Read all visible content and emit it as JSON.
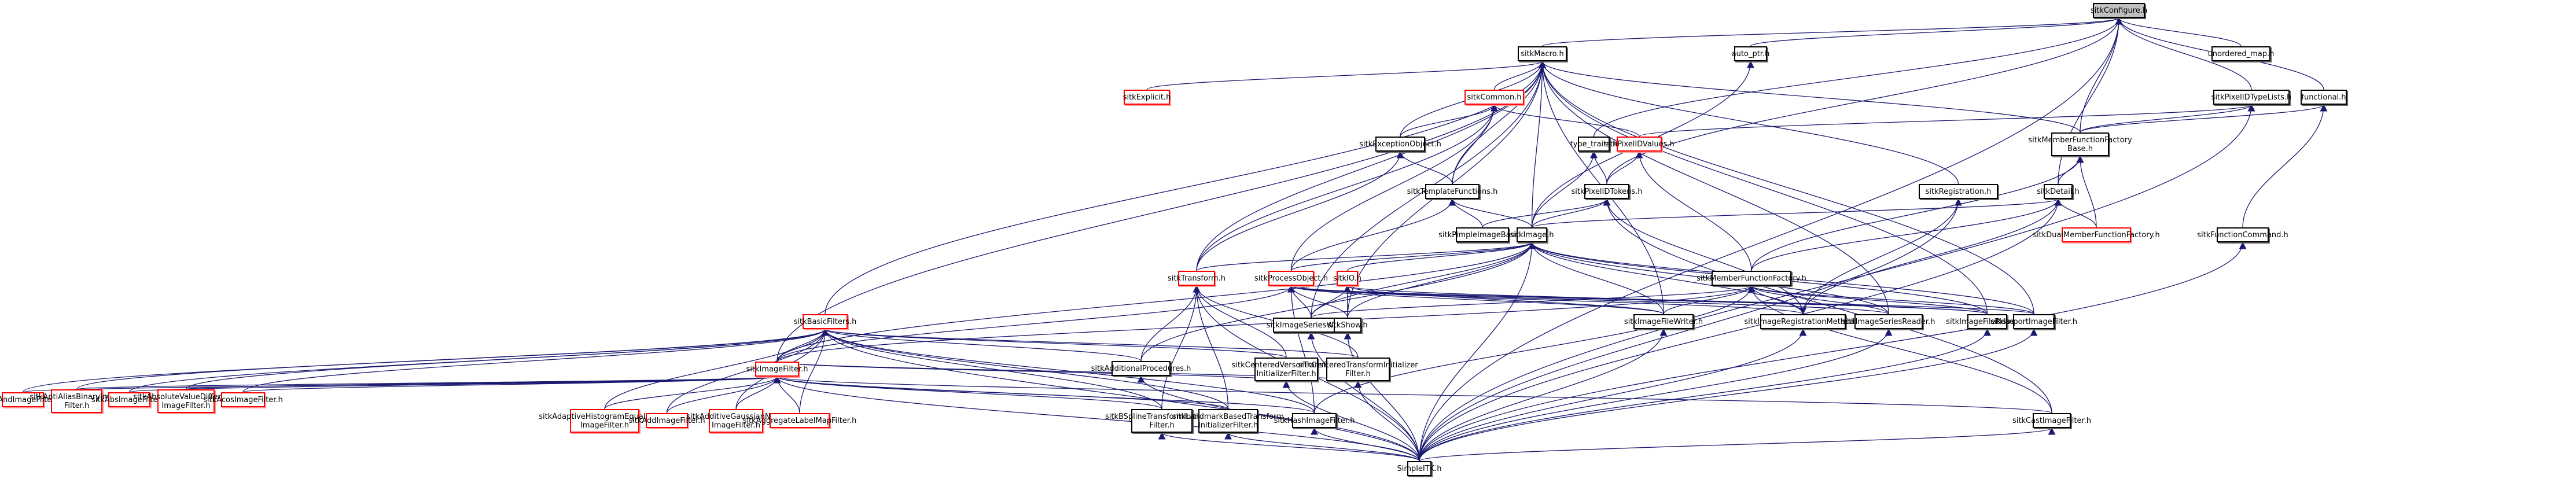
{
  "colors": {
    "edge": "#191970",
    "node_border": "#000000",
    "truncated_border": "#ff0000",
    "root_fill": "#bfbfbf"
  },
  "graph": {
    "title": "sitkConfigure.h",
    "nodes": [
      {
        "id": "configure",
        "label": "sitkConfigure.h",
        "style": "root"
      },
      {
        "id": "macro",
        "label": "sitkMacro.h",
        "style": "normal"
      },
      {
        "id": "auto_ptr",
        "label": "auto_ptr.h",
        "style": "normal"
      },
      {
        "id": "unordered_map",
        "label": "unordered_map.h",
        "style": "normal"
      },
      {
        "id": "pixelidtypelists",
        "label": "sitkPixelIDTypeLists.h",
        "style": "normal"
      },
      {
        "id": "functional",
        "label": "functional.h",
        "style": "normal"
      },
      {
        "id": "explicit",
        "label": "sitkExplicit.h",
        "style": "truncated"
      },
      {
        "id": "common",
        "label": "sitkCommon.h",
        "style": "truncated"
      },
      {
        "id": "mffbase",
        "label": "sitkMemberFunctionFactory\nBase.h",
        "style": "normal"
      },
      {
        "id": "exceptionobject",
        "label": "sitkExceptionObject.h",
        "style": "normal"
      },
      {
        "id": "type_traits",
        "label": "type_traits.h",
        "style": "normal"
      },
      {
        "id": "pixelidvalues",
        "label": "sitkPixelIDValues.h",
        "style": "truncated"
      },
      {
        "id": "templatefunctions",
        "label": "sitkTemplateFunctions.h",
        "style": "normal"
      },
      {
        "id": "pixelidtokens",
        "label": "sitkPixelIDTokens.h",
        "style": "normal"
      },
      {
        "id": "registration",
        "label": "sitkRegistration.h",
        "style": "normal"
      },
      {
        "id": "detail",
        "label": "sitkDetail.h",
        "style": "normal"
      },
      {
        "id": "pimpleimagebase",
        "label": "sitkPimpleImageBase.h",
        "style": "normal"
      },
      {
        "id": "image",
        "label": "sitkImage.h",
        "style": "normal"
      },
      {
        "id": "dualmff",
        "label": "sitkDualMemberFunctionFactory.h",
        "style": "truncated"
      },
      {
        "id": "functioncommand",
        "label": "sitkFunctionCommand.h",
        "style": "normal"
      },
      {
        "id": "transform",
        "label": "sitkTransform.h",
        "style": "truncated"
      },
      {
        "id": "processobject",
        "label": "sitkProcessObject.h",
        "style": "truncated"
      },
      {
        "id": "io",
        "label": "sitkIO.h",
        "style": "truncated"
      },
      {
        "id": "mff",
        "label": "sitkMemberFunctionFactory.h",
        "style": "normal"
      },
      {
        "id": "basicfilters",
        "label": "sitkBasicFilters.h",
        "style": "truncated"
      },
      {
        "id": "imageserieswriter",
        "label": "sitkImageSeriesWriter.h",
        "style": "normal"
      },
      {
        "id": "show",
        "label": "sitkShow.h",
        "style": "normal"
      },
      {
        "id": "imagefilewriter",
        "label": "sitkImageFileWriter.h",
        "style": "normal"
      },
      {
        "id": "imageregistrationmethod",
        "label": "sitkImageRegistrationMethod.h",
        "style": "normal"
      },
      {
        "id": "imageseriesreader",
        "label": "sitkImageSeriesReader.h",
        "style": "normal"
      },
      {
        "id": "imagefilereader",
        "label": "sitkImageFileReader.h",
        "style": "normal"
      },
      {
        "id": "importimagefilter",
        "label": "sitkImportImageFilter.h",
        "style": "normal"
      },
      {
        "id": "imagefilter",
        "label": "sitkImageFilter.h",
        "style": "truncated"
      },
      {
        "id": "additionalprocedures",
        "label": "sitkAdditionalProcedures.h",
        "style": "normal"
      },
      {
        "id": "centeredversor",
        "label": "sitkCenteredVersorTransform\nInitializerFilter.h",
        "style": "normal"
      },
      {
        "id": "centeredtransform",
        "label": "sitkCenteredTransformInitializer\nFilter.h",
        "style": "normal"
      },
      {
        "id": "andimagefilter",
        "label": "sitkAndImageFilter.h",
        "style": "truncated"
      },
      {
        "id": "antialias",
        "label": "sitkAntiAliasBinaryImage\nFilter.h",
        "style": "truncated"
      },
      {
        "id": "absimagefilter",
        "label": "sitkAbsImageFilter.h",
        "style": "truncated"
      },
      {
        "id": "absvaluediff",
        "label": "sitkAbsoluteValueDifference\nImageFilter.h",
        "style": "truncated"
      },
      {
        "id": "acosimagefilter",
        "label": "sitkAcosImageFilter.h",
        "style": "truncated"
      },
      {
        "id": "adaptivehist",
        "label": "sitkAdaptiveHistogramEqualization\nImageFilter.h",
        "style": "truncated"
      },
      {
        "id": "addimagefilter",
        "label": "sitkAddImageFilter.h",
        "style": "truncated"
      },
      {
        "id": "additivegaussian",
        "label": "sitkAdditiveGaussianNoise\nImageFilter.h",
        "style": "truncated"
      },
      {
        "id": "aggregatelabelmap",
        "label": "sitkAggregateLabelMapFilter.h",
        "style": "truncated"
      },
      {
        "id": "bspline",
        "label": "sitkBSplineTransformInitializer\nFilter.h",
        "style": "normal"
      },
      {
        "id": "landmark",
        "label": "sitkLandmarkBasedTransform\nInitializerFilter.h",
        "style": "normal"
      },
      {
        "id": "hashimagefilter",
        "label": "sitkHashImageFilter.h",
        "style": "normal"
      },
      {
        "id": "castimagefilter",
        "label": "sitkCastImageFilter.h",
        "style": "normal"
      },
      {
        "id": "simpleitk",
        "label": "SimpleITK.h",
        "style": "normal"
      }
    ],
    "edges": [
      [
        "macro",
        "configure"
      ],
      [
        "auto_ptr",
        "configure"
      ],
      [
        "pixelidtypelists",
        "configure"
      ],
      [
        "functional",
        "configure"
      ],
      [
        "mffbase",
        "configure"
      ],
      [
        "detail",
        "configure"
      ],
      [
        "type_traits",
        "configure"
      ],
      [
        "pixelidtokens",
        "configure"
      ],
      [
        "unordered_map",
        "configure"
      ],
      [
        "simpleitk",
        "configure"
      ],
      [
        "common",
        "macro"
      ],
      [
        "exceptionobject",
        "macro"
      ],
      [
        "templatefunctions",
        "macro"
      ],
      [
        "explicit",
        "macro"
      ],
      [
        "basicfilters",
        "macro"
      ],
      [
        "imagefilter",
        "macro"
      ],
      [
        "transform",
        "macro"
      ],
      [
        "image",
        "macro"
      ],
      [
        "registration",
        "macro"
      ],
      [
        "mffbase",
        "macro"
      ],
      [
        "imagefilereader",
        "macro"
      ],
      [
        "importimagefilter",
        "macro"
      ],
      [
        "imageseriesreader",
        "macro"
      ],
      [
        "imagefilewriter",
        "macro"
      ],
      [
        "imageserieswriter",
        "macro"
      ],
      [
        "show",
        "macro"
      ],
      [
        "exceptionobject",
        "common"
      ],
      [
        "templatefunctions",
        "common"
      ],
      [
        "processobject",
        "common"
      ],
      [
        "transform",
        "common"
      ],
      [
        "pixelidvalues",
        "common"
      ],
      [
        "templatefunctions",
        "exceptionobject"
      ],
      [
        "transform",
        "exceptionobject"
      ],
      [
        "pixelidtokens",
        "type_traits"
      ],
      [
        "image",
        "type_traits"
      ],
      [
        "image",
        "auto_ptr"
      ],
      [
        "pixelidtokens",
        "pixelidvalues"
      ],
      [
        "mff",
        "pixelidvalues"
      ],
      [
        "image",
        "templatefunctions"
      ],
      [
        "pimpleimagebase",
        "templatefunctions"
      ],
      [
        "processobject",
        "templatefunctions"
      ],
      [
        "image",
        "pixelidtokens"
      ],
      [
        "pimpleimagebase",
        "pixelidtokens"
      ],
      [
        "imageregistrationmethod",
        "pixelidtokens"
      ],
      [
        "castimagefilter",
        "pixelidtokens"
      ],
      [
        "detail",
        "mffbase"
      ],
      [
        "dualmff",
        "mffbase"
      ],
      [
        "mff",
        "mffbase"
      ],
      [
        "dualmff",
        "detail"
      ],
      [
        "image",
        "detail"
      ],
      [
        "mff",
        "detail"
      ],
      [
        "imageregistrationmethod",
        "detail"
      ],
      [
        "simpleitk",
        "detail"
      ],
      [
        "mffbase",
        "pixelidtypelists"
      ],
      [
        "pixelidvalues",
        "pixelidtypelists"
      ],
      [
        "simpleitk",
        "pixelidtypelists"
      ],
      [
        "mffbase",
        "functional"
      ],
      [
        "functioncommand",
        "functional"
      ],
      [
        "processobject",
        "image"
      ],
      [
        "transform",
        "image"
      ],
      [
        "io",
        "image"
      ],
      [
        "imageserieswriter",
        "image"
      ],
      [
        "show",
        "image"
      ],
      [
        "imagefilewriter",
        "image"
      ],
      [
        "imageregistrationmethod",
        "image"
      ],
      [
        "imagefilereader",
        "image"
      ],
      [
        "importimagefilter",
        "image"
      ],
      [
        "imageseriesreader",
        "image"
      ],
      [
        "additionalprocedures",
        "image"
      ],
      [
        "imagefilter",
        "image"
      ],
      [
        "imagefilter",
        "processobject"
      ],
      [
        "imageserieswriter",
        "processobject"
      ],
      [
        "imagefilewriter",
        "processobject"
      ],
      [
        "imageregistrationmethod",
        "processobject"
      ],
      [
        "imagefilereader",
        "processobject"
      ],
      [
        "imageseriesreader",
        "processobject"
      ],
      [
        "importimagefilter",
        "processobject"
      ],
      [
        "show",
        "processobject"
      ],
      [
        "hashimagefilter",
        "processobject"
      ],
      [
        "imageserieswriter",
        "io"
      ],
      [
        "show",
        "io"
      ],
      [
        "imagefilewriter",
        "io"
      ],
      [
        "imagefilereader",
        "io"
      ],
      [
        "imagefilewriter",
        "mff"
      ],
      [
        "imageregistrationmethod",
        "mff"
      ],
      [
        "imageseriesreader",
        "mff"
      ],
      [
        "imagefilereader",
        "mff"
      ],
      [
        "importimagefilter",
        "mff"
      ],
      [
        "imageserieswriter",
        "mff"
      ],
      [
        "imagefilter",
        "mff"
      ],
      [
        "hashimagefilter",
        "mff"
      ],
      [
        "castimagefilter",
        "mff"
      ],
      [
        "imagefilter",
        "basicfilters"
      ],
      [
        "additionalprocedures",
        "basicfilters"
      ],
      [
        "centeredversor",
        "basicfilters"
      ],
      [
        "centeredtransform",
        "basicfilters"
      ],
      [
        "andimagefilter",
        "basicfilters"
      ],
      [
        "antialias",
        "basicfilters"
      ],
      [
        "absimagefilter",
        "basicfilters"
      ],
      [
        "absvaluediff",
        "basicfilters"
      ],
      [
        "acosimagefilter",
        "basicfilters"
      ],
      [
        "adaptivehist",
        "basicfilters"
      ],
      [
        "addimagefilter",
        "basicfilters"
      ],
      [
        "additivegaussian",
        "basicfilters"
      ],
      [
        "aggregatelabelmap",
        "basicfilters"
      ],
      [
        "bspline",
        "basicfilters"
      ],
      [
        "landmark",
        "basicfilters"
      ],
      [
        "hashimagefilter",
        "basicfilters"
      ],
      [
        "andimagefilter",
        "imagefilter"
      ],
      [
        "antialias",
        "imagefilter"
      ],
      [
        "absimagefilter",
        "imagefilter"
      ],
      [
        "absvaluediff",
        "imagefilter"
      ],
      [
        "acosimagefilter",
        "imagefilter"
      ],
      [
        "adaptivehist",
        "imagefilter"
      ],
      [
        "addimagefilter",
        "imagefilter"
      ],
      [
        "additivegaussian",
        "imagefilter"
      ],
      [
        "aggregatelabelmap",
        "imagefilter"
      ],
      [
        "bspline",
        "imagefilter"
      ],
      [
        "landmark",
        "imagefilter"
      ],
      [
        "hashimagefilter",
        "imagefilter"
      ],
      [
        "castimagefilter",
        "imagefilter"
      ],
      [
        "centeredversor",
        "imagefilter"
      ],
      [
        "centeredtransform",
        "imagefilter"
      ],
      [
        "additionalprocedures",
        "transform"
      ],
      [
        "centeredversor",
        "transform"
      ],
      [
        "centeredtransform",
        "transform"
      ],
      [
        "bspline",
        "transform"
      ],
      [
        "landmark",
        "transform"
      ],
      [
        "simpleitk",
        "imagefilter"
      ],
      [
        "simpleitk",
        "basicfilters"
      ],
      [
        "simpleitk",
        "additionalprocedures"
      ],
      [
        "simpleitk",
        "centeredversor"
      ],
      [
        "simpleitk",
        "centeredtransform"
      ],
      [
        "simpleitk",
        "bspline"
      ],
      [
        "simpleitk",
        "landmark"
      ],
      [
        "simpleitk",
        "hashimagefilter"
      ],
      [
        "simpleitk",
        "castimagefilter"
      ],
      [
        "simpleitk",
        "imageregistrationmethod"
      ],
      [
        "simpleitk",
        "imageseriesreader"
      ],
      [
        "simpleitk",
        "imagefilereader"
      ],
      [
        "simpleitk",
        "importimagefilter"
      ],
      [
        "simpleitk",
        "imagefilewriter"
      ],
      [
        "simpleitk",
        "imageserieswriter"
      ],
      [
        "simpleitk",
        "show"
      ],
      [
        "simpleitk",
        "functioncommand"
      ],
      [
        "simpleitk",
        "registration"
      ],
      [
        "simpleitk",
        "transform"
      ],
      [
        "simpleitk",
        "image"
      ],
      [
        "registration",
        "imageregistrationmethod"
      ]
    ]
  }
}
